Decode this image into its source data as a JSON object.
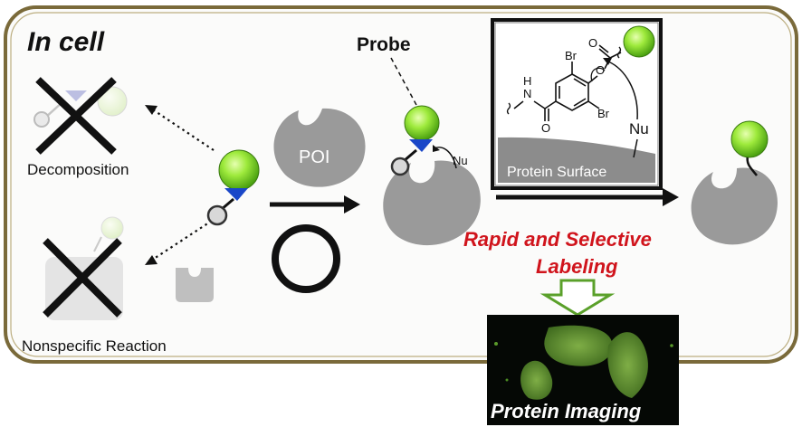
{
  "labels": {
    "in_cell": "In cell",
    "probe": "Probe",
    "decomposition": "Decomposition",
    "nonspecific": "Nonspecific Reaction",
    "poi": "POI",
    "nu_small": "Nu",
    "nu_inset": "Nu",
    "br_top": "Br",
    "br_bottom": "Br",
    "n_atom": "N",
    "h_atom": "H",
    "o_carbonyl_top": "O",
    "o_ether": "O",
    "o_amide": "O",
    "protein_surface": "Protein Surface",
    "rapid_line1": "Rapid and Selective",
    "rapid_line2": "Labeling",
    "protein_imaging": "Protein Imaging"
  },
  "colors": {
    "panel_border": "#7a6a3a",
    "panel_bg": "#fbfbfa",
    "protein_gray": "#9a9a9a",
    "probe_green": "#8ee03a",
    "reactive_blue": "#1a47c8",
    "accent_red": "#d0141c",
    "imaging_arrow": "#5aa02a",
    "imaging_bg": "#050805",
    "cell_green": "#6a9a3a"
  }
}
